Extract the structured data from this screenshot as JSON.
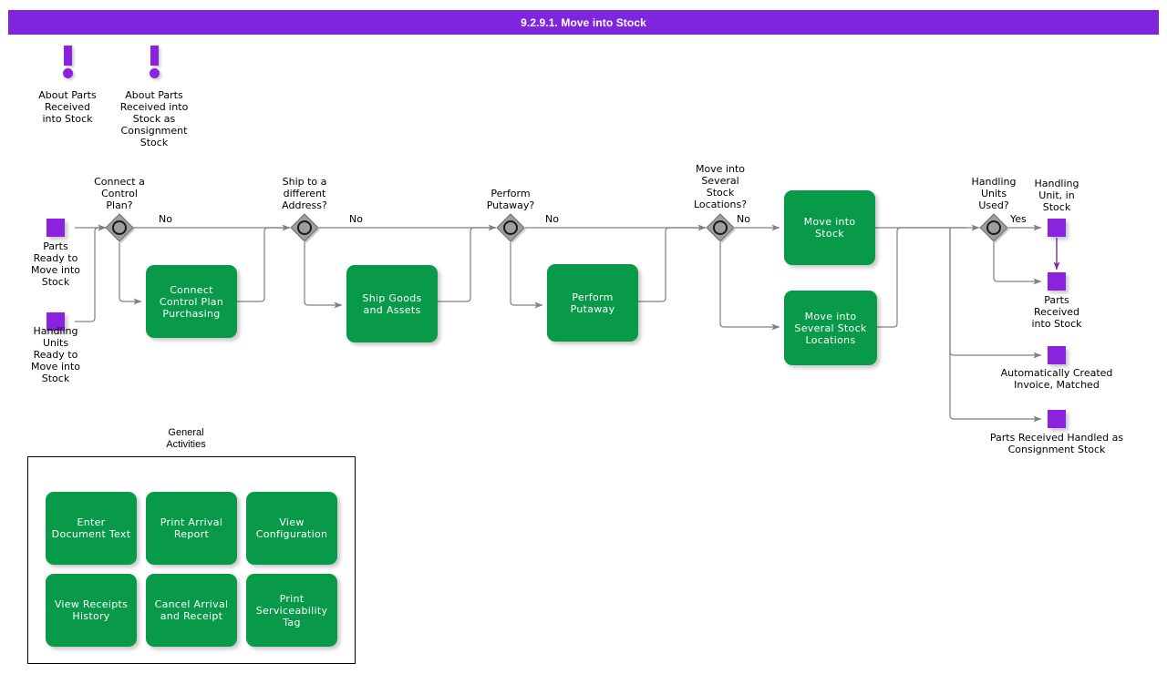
{
  "titlebar": {
    "title": "9.2.9.1. Move into Stock",
    "bar_color": "#7d26de",
    "text_color": "#ffffff"
  },
  "colors": {
    "task_green": "#089949",
    "event_purple": "#8a22e0",
    "gateway_gray": "#9d9d9d",
    "gateway_stroke": "#6e6e6e",
    "connector_gray": "#808080",
    "annotation_purple": "#8a22e0"
  },
  "annotations": [
    {
      "id": "about-parts-received-into-stock",
      "label": "About Parts\nReceived\ninto Stock",
      "icon": "exclamation-icon"
    },
    {
      "id": "about-parts-received-into-stock-as-consignment-stock",
      "label": "About Parts\nReceived into\nStock as\nConsignment\nStock",
      "icon": "exclamation-icon"
    }
  ],
  "start_events": [
    {
      "id": "parts-ready-to-move-into-stock",
      "label": "Parts\nReady to\nMove into\nStock"
    },
    {
      "id": "handling-units-ready-to-move-into-stock",
      "label": "Handling\nUnits\nReady to\nMove into\nStock"
    }
  ],
  "gateways": [
    {
      "id": "connect-a-control-plan",
      "label": "Connect a\nControl\nPlan?",
      "branch_label": "No"
    },
    {
      "id": "ship-to-a-different-address",
      "label": "Ship to a\ndifferent\nAddress?",
      "branch_label": "No"
    },
    {
      "id": "perform-putaway",
      "label": "Perform\nPutaway?",
      "branch_label": "No"
    },
    {
      "id": "move-into-several-stock-locations",
      "label": "Move into\nSeveral\nStock\nLocations?",
      "branch_label": "No"
    },
    {
      "id": "handling-units-used",
      "label": "Handling\nUnits\nUsed?",
      "branch_label": "Yes"
    }
  ],
  "tasks": [
    {
      "id": "connect-control-plan-purchasing",
      "label": "Connect Control\nPlan Purchasing"
    },
    {
      "id": "ship-goods-and-assets",
      "label": "Ship Goods and\nAssets"
    },
    {
      "id": "perform-putaway",
      "label": "Perform\nPutaway"
    },
    {
      "id": "move-into-stock",
      "label": "Move into Stock"
    },
    {
      "id": "move-into-several-stock-locations",
      "label": "Move into\nSeveral Stock\nLocations"
    }
  ],
  "end_events": [
    {
      "id": "handling-unit-in-stock",
      "label": "Handling\nUnit, in\nStock",
      "label_position": "above"
    },
    {
      "id": "parts-received-into-stock",
      "label": "Parts\nReceived\ninto Stock",
      "label_position": "below"
    },
    {
      "id": "automatically-created-invoice-matched",
      "label": "Automatically Created\nInvoice, Matched",
      "label_position": "below"
    },
    {
      "id": "parts-received-handled-as-consignment-stock",
      "label": "Parts Received Handled as\nConsignment Stock",
      "label_position": "below"
    }
  ],
  "group": {
    "title": "General\nActivities",
    "activities": [
      {
        "id": "enter-document-text",
        "label": "Enter Document\nText"
      },
      {
        "id": "print-arrival-report",
        "label": "Print Arrival\nReport"
      },
      {
        "id": "view-configuration",
        "label": "View\nConfiguration"
      },
      {
        "id": "view-receipts-history",
        "label": "View Receipts\nHistory"
      },
      {
        "id": "cancel-arrival-and-receipt",
        "label": "Cancel Arrival\nand Receipt"
      },
      {
        "id": "print-serviceability-tag",
        "label": "Print\nServiceability\nTag"
      }
    ]
  }
}
